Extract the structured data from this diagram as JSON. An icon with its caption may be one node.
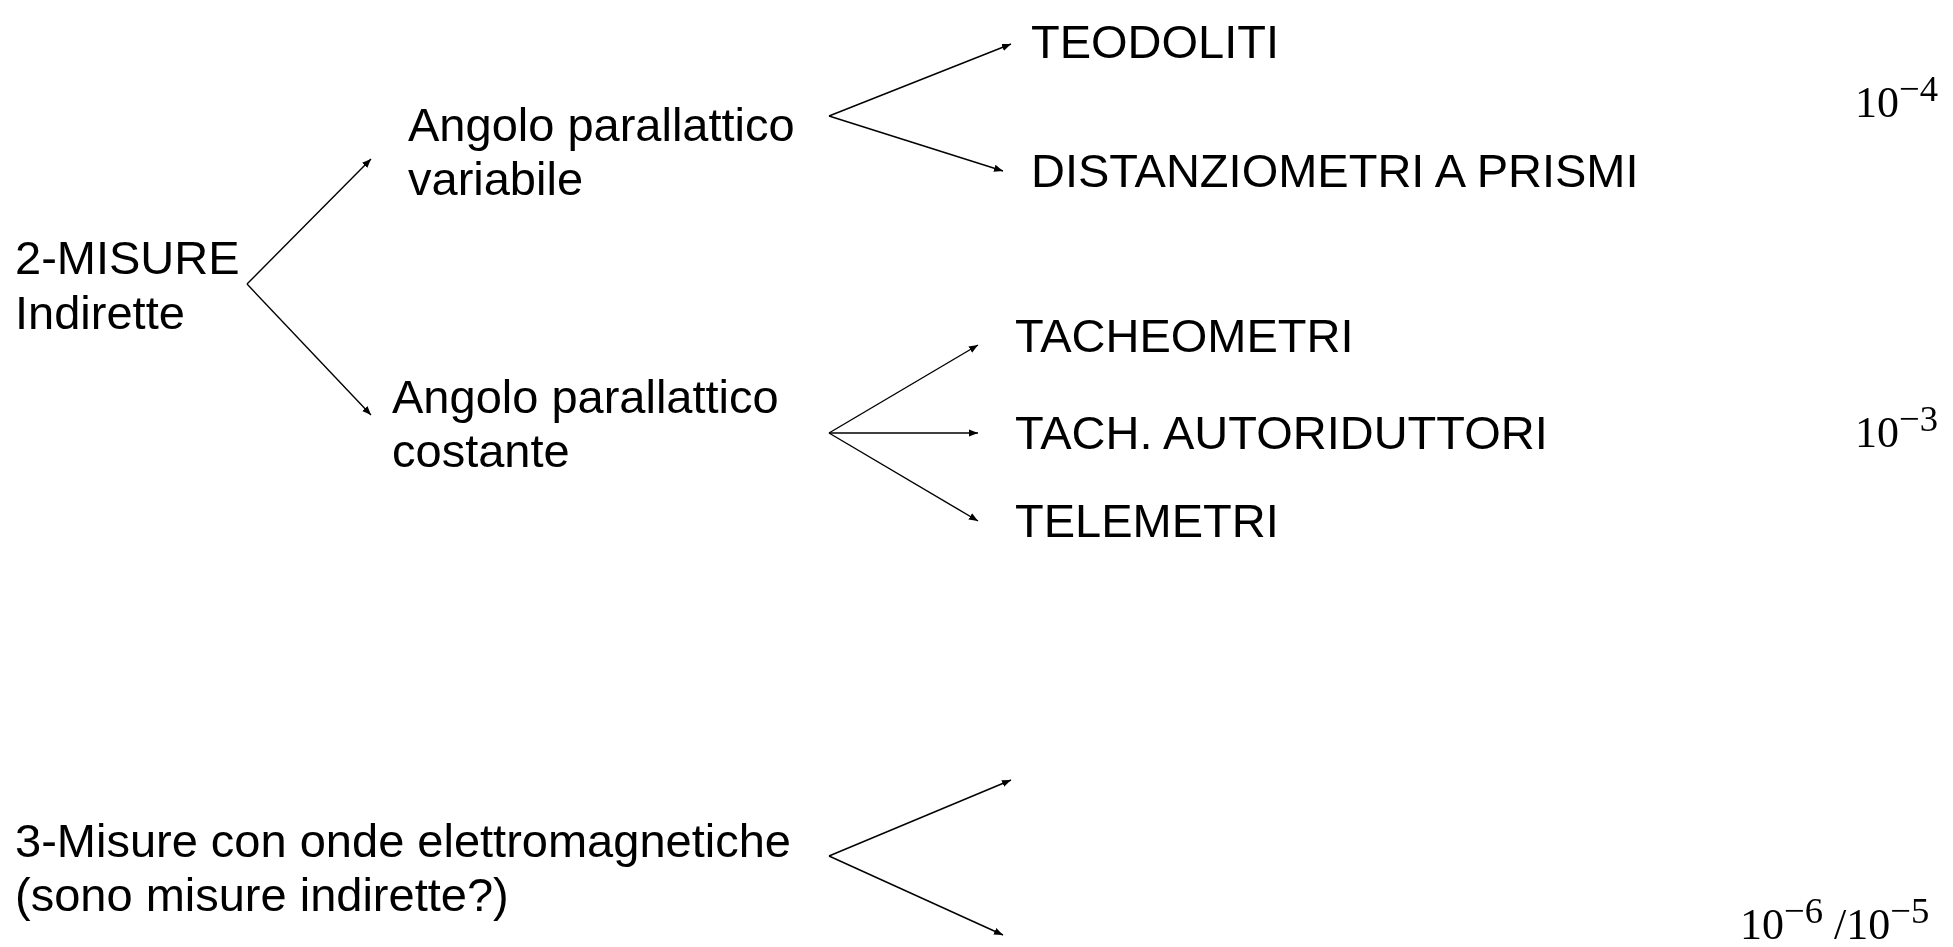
{
  "diagram": {
    "nodes": [
      {
        "text": [
          "2-MISURE Indirette"
        ]
      },
      {
        "text": [
          "Angolo parallattico variabile"
        ]
      },
      {
        "text": [
          "Angolo parallattico costante"
        ]
      },
      {
        "text": [
          "TEODOLITI"
        ]
      },
      {
        "text": [
          "DISTANZIOMETRI A PRISMI"
        ]
      },
      {
        "text": [
          "TACHEOMETRI"
        ]
      },
      {
        "text": [
          "TACH. AUTORIDUTTORI"
        ]
      },
      {
        "text": [
          "TELEMETRI"
        ]
      },
      {
        "text": [
          "3-Misure con onde elettromagnetiche (sono misure indirette?)"
        ]
      }
    ],
    "edges": [
      {
        "from": 0,
        "to": 1,
        "arrow": "to"
      },
      {
        "from": 0,
        "to": 2,
        "arrow": "to"
      },
      {
        "from": 1,
        "to": 3,
        "arrow": "to"
      },
      {
        "from": 1,
        "to": 4,
        "arrow": "to"
      },
      {
        "from": 2,
        "to": 5,
        "arrow": "to"
      },
      {
        "from": 2,
        "to": 6,
        "arrow": "to"
      },
      {
        "from": 2,
        "to": 7,
        "arrow": "to"
      },
      {
        "from": 8,
        "to": null,
        "arrow": "to"
      },
      {
        "from": 8,
        "to": null,
        "arrow": "to"
      }
    ],
    "labels": [
      "10$^{−4}$",
      "10$^{−3}$",
      "10$^{−6}$ /10$^{−5}$"
    ]
  }
}
